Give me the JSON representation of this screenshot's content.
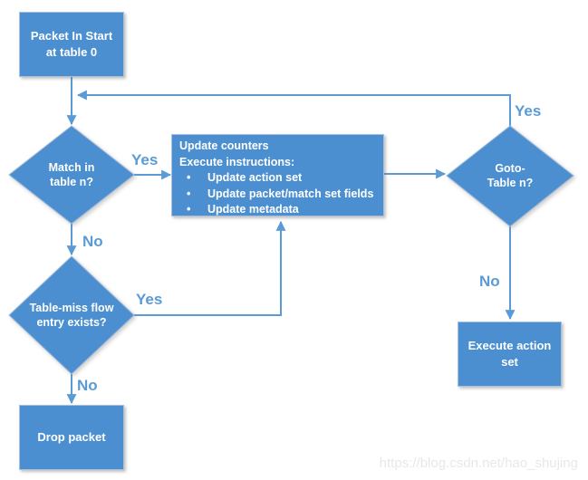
{
  "colors": {
    "shape_fill": "#4c8fd1",
    "shape_border": "#a9c0dc",
    "connector": "#5b9bd5",
    "edge_label": "#5b9bd5",
    "shape_text": "#ffffff",
    "watermark_text": "#e8e8e8"
  },
  "nodes": {
    "start": {
      "label": "Packet In Start\nat table 0"
    },
    "match": {
      "label": "Match in\ntable n?"
    },
    "process": {
      "line1": "Update counters",
      "line2": "Execute instructions:",
      "bullet_glyph": "•",
      "bullets": [
        "Update action set",
        "Update packet/match set fields",
        "Update metadata"
      ]
    },
    "goto": {
      "label": "Goto-\nTable n?"
    },
    "miss": {
      "label": "Table-miss flow\nentry exists?"
    },
    "drop": {
      "label": "Drop packet"
    },
    "execute": {
      "label": "Execute action\nset"
    }
  },
  "edges": {
    "match_yes": "Yes",
    "match_no": "No",
    "goto_yes": "Yes",
    "goto_no": "No",
    "miss_yes": "Yes",
    "miss_no": "No"
  },
  "watermark": "https://blog.csdn.net/hao_shujing"
}
